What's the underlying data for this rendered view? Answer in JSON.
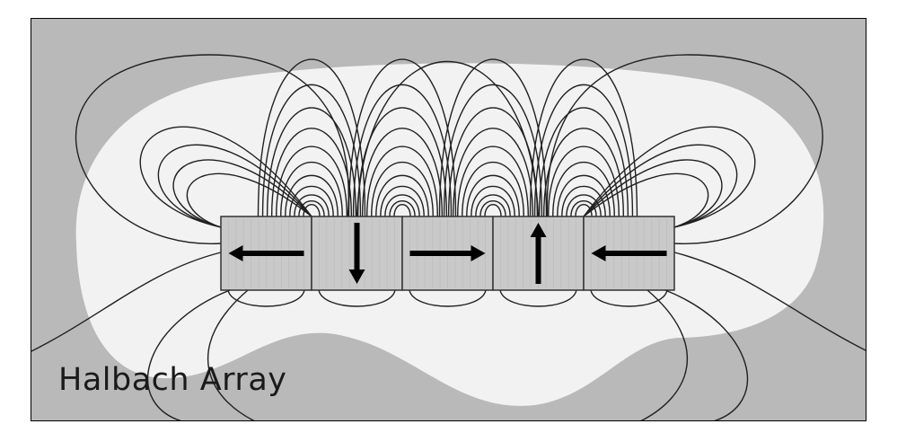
{
  "caption": "Halbach Array",
  "magnets": [
    {
      "direction": "left"
    },
    {
      "direction": "down"
    },
    {
      "direction": "right"
    },
    {
      "direction": "up"
    },
    {
      "direction": "left"
    }
  ],
  "colors": {
    "background": "#b9b9b9",
    "field_halo": "#f2f2f2",
    "magnet_fill": "#c9c9c9",
    "field_line": "#202020",
    "arrow": "#000000"
  }
}
